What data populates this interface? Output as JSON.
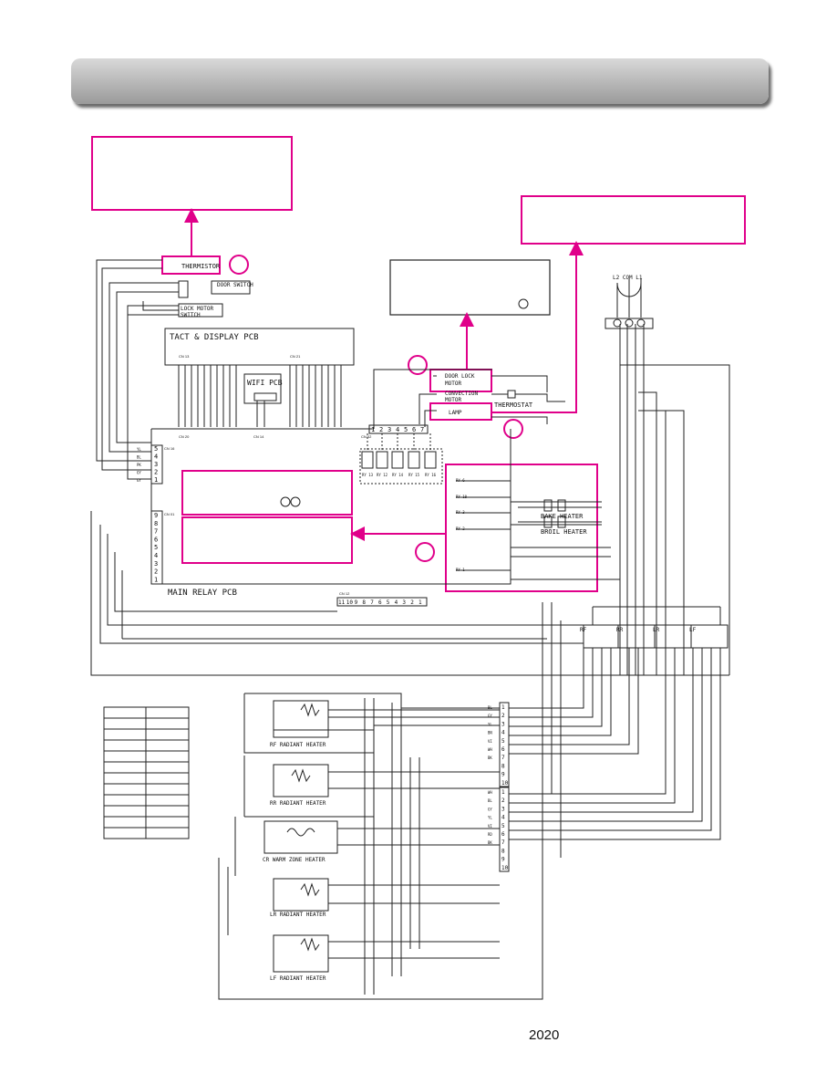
{
  "header": {
    "title": ""
  },
  "footer": {
    "year": "2020"
  },
  "colors": {
    "callout": "#e0008a",
    "wire": "#222222"
  },
  "components": {
    "thermistor": "THERMISTOR",
    "door_switch": "DOOR SWITCH",
    "lock_motor_switch_1": "LOCK MOTOR",
    "lock_motor_switch_2": "SWITCH",
    "tact_display_pcb": "TACT & DISPLAY PCB",
    "wifi_pcb": "WIFI PCB",
    "main_relay_pcb": "MAIN RELAY PCB",
    "door_lock_motor_1": "DOOR LOCK",
    "door_lock_motor_2": "MOTOR",
    "convection_motor_1": "CONVECTION",
    "convection_motor_2": "MOTOR",
    "thermostat": "THERMOSTAT",
    "lamp": "LAMP",
    "bake_heater": "BAKE HEATER",
    "broil_heater": "BROIL HEATER",
    "rf_radiant_heater": "RF RADIANT HEATER",
    "rr_radiant_heater": "RR RADIANT HEATER",
    "cr_warm_zone_heater": "CR WARM ZONE HEATER",
    "lr_radiant_heater": "LR RADIANT HEATER",
    "lf_radiant_heater": "LF RADIANT HEATER",
    "power_terminals": "L2 COM L1"
  },
  "connectors": {
    "cn13": "CN 13",
    "cn20": "CN 20",
    "cn21": "CN 21",
    "cn14": "CN 14",
    "cn16": "CN 16",
    "cn01": "CN 01",
    "cn02": "CN 02",
    "cn12": "CN 12"
  },
  "relays": [
    "RY 13",
    "RY 12",
    "RY 14",
    "RY 15",
    "RY 16"
  ],
  "relays_right": [
    "RY 6",
    "RY 10",
    "RY 3",
    "RY 2",
    "RY 1"
  ],
  "switch_labels": [
    "RF",
    "RR",
    "LR",
    "LF"
  ],
  "cn16_pins": [
    "5",
    "4",
    "3",
    "2",
    "1"
  ],
  "cn16_wires": [
    "YL",
    "BL",
    "PK",
    "GY",
    "GY"
  ],
  "cn01_pins": [
    "9",
    "8",
    "7",
    "6",
    "5",
    "4",
    "3",
    "2",
    "1"
  ],
  "cn02_pins": [
    "1",
    "2",
    "3",
    "4",
    "5",
    "6",
    "7"
  ],
  "cn12_pins": [
    "11",
    "10",
    "9",
    "8",
    "7",
    "6",
    "5",
    "4",
    "3",
    "2",
    "1"
  ],
  "terminal_block_1": [
    "1",
    "2",
    "3",
    "4",
    "5",
    "6",
    "7",
    "8",
    "9",
    "10"
  ],
  "terminal_block_2": [
    "1",
    "2",
    "3",
    "4",
    "5",
    "6",
    "7",
    "8",
    "9",
    "10"
  ],
  "wire_codes_block_1": [
    "BL",
    "GY",
    "YL",
    "BN",
    "VI",
    "WH",
    "BK",
    "",
    "",
    ""
  ],
  "wire_codes_block_2": [
    "WH",
    "BL",
    "GY",
    "YL",
    "VI",
    "RD",
    "BK",
    "",
    "",
    ""
  ],
  "legend_rows": 12
}
